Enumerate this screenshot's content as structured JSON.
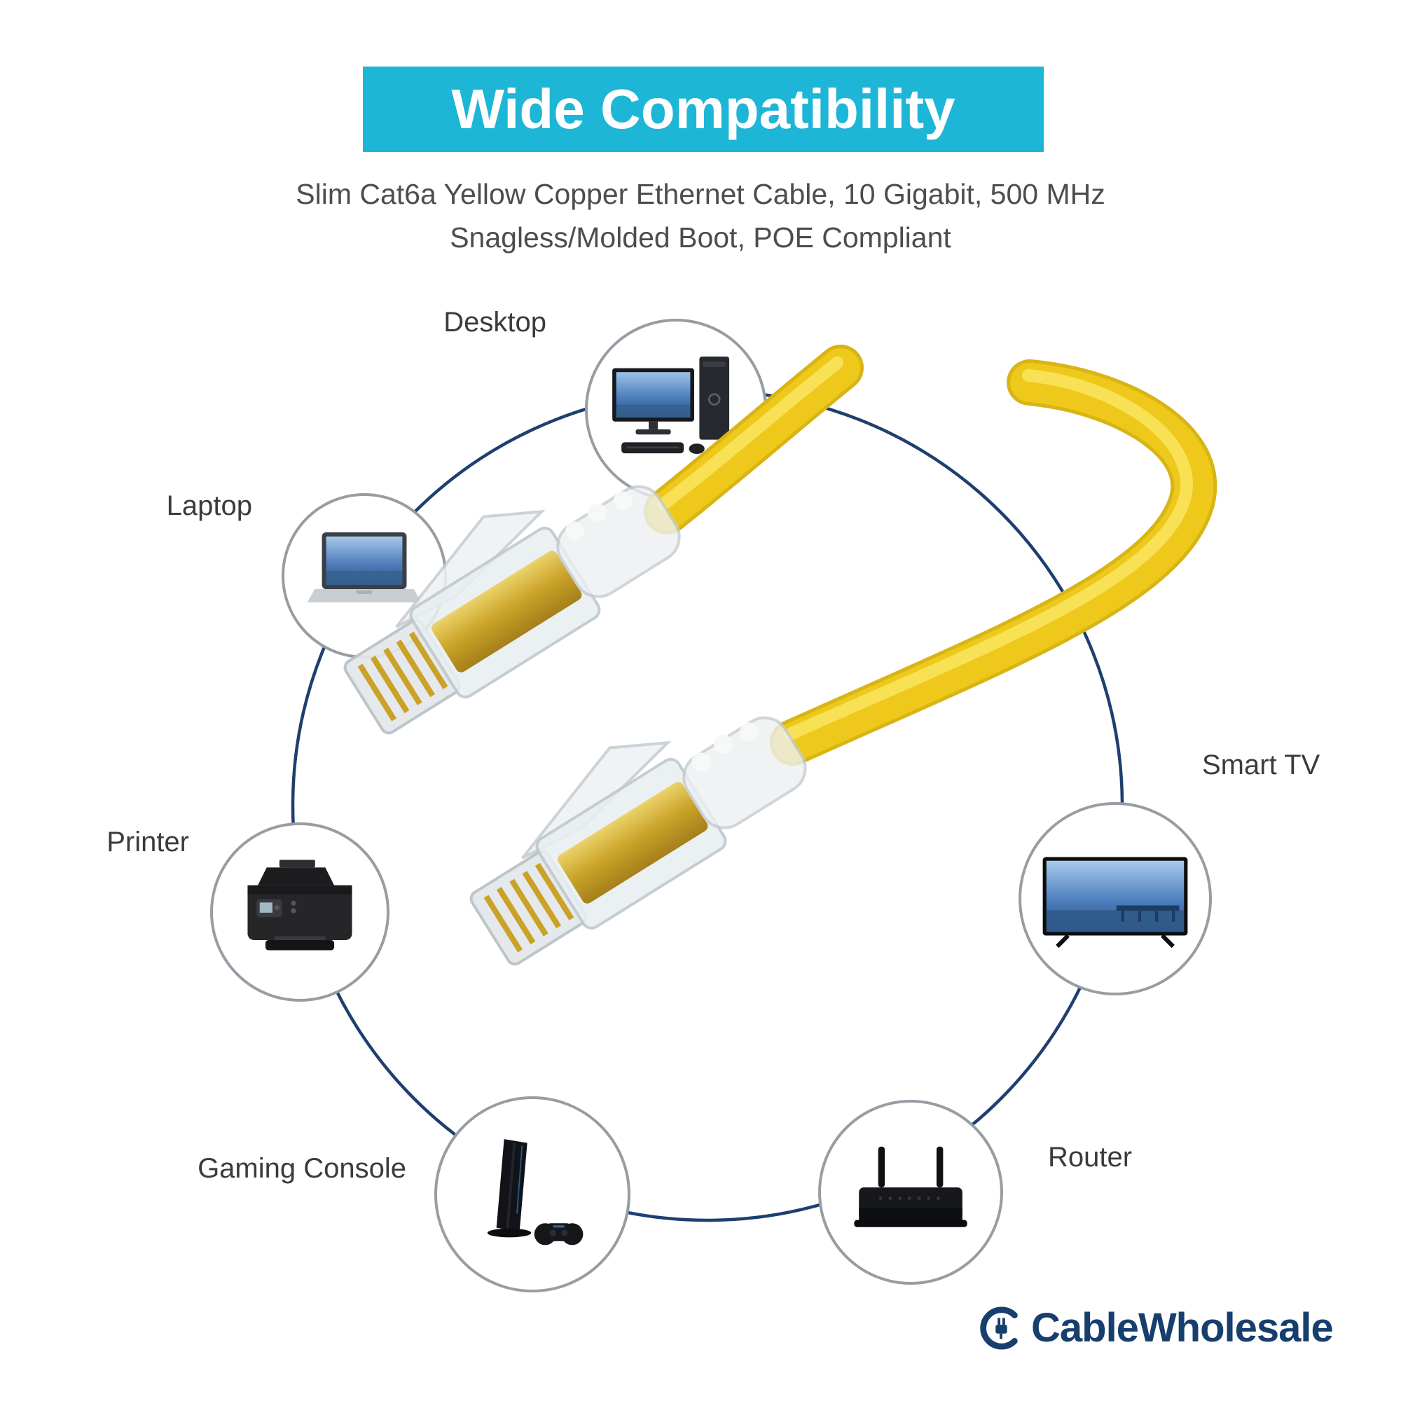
{
  "banner": {
    "title": "Wide Compatibility",
    "bg_color": "#1eb6d7",
    "text_color": "#ffffff"
  },
  "subtitle": {
    "line1": "Slim Cat6a Yellow Copper Ethernet Cable, 10 Gigabit, 500 MHz",
    "line2": "Snagless/Molded Boot, POE Compliant"
  },
  "devices": [
    {
      "id": "desktop",
      "label": "Desktop",
      "icon": "desktop-computer-icon"
    },
    {
      "id": "laptop",
      "label": "Laptop",
      "icon": "laptop-icon"
    },
    {
      "id": "printer",
      "label": "Printer",
      "icon": "printer-icon"
    },
    {
      "id": "gaming-console",
      "label": "Gaming Console",
      "icon": "gaming-console-icon"
    },
    {
      "id": "router",
      "label": "Router",
      "icon": "router-icon"
    },
    {
      "id": "smart-tv",
      "label": "Smart TV",
      "icon": "smart-tv-icon"
    }
  ],
  "logo": {
    "text": "CableWholesale",
    "icon": "cablewholesale-plug-icon",
    "color": "#173f6e"
  },
  "colors": {
    "accent_cyan": "#1eb6d7",
    "ring_navy": "#1e3f6f",
    "cable_yellow": "#eec91b",
    "cable_highlight": "#f9e55e",
    "connector_clear": "#e9eef1",
    "contact_gold": "#c9a227",
    "label_gray": "#3b3b3b",
    "subtitle_gray": "#4d4d4d"
  }
}
